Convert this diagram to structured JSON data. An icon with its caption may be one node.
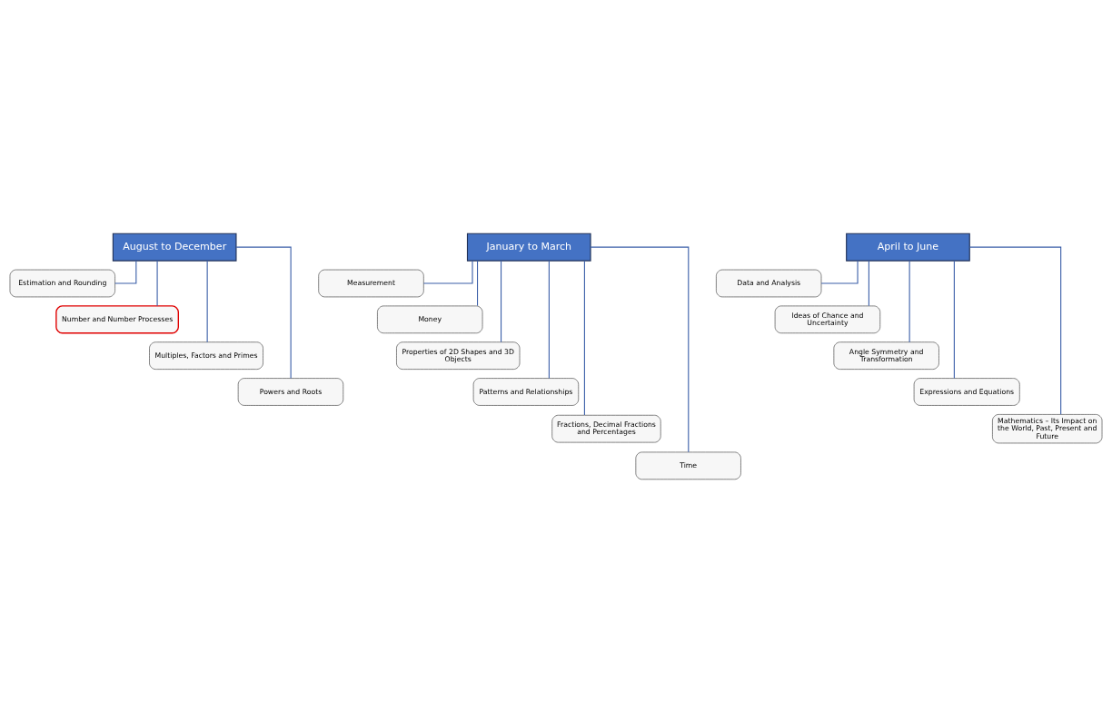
{
  "diagram": {
    "nodes": [
      {
        "text": [
          "August to December"
        ]
      },
      {
        "text": [
          "Estimation and Rounding"
        ]
      },
      {
        "text": [
          "Number and Number Processes"
        ]
      },
      {
        "text": [
          "Multiples, Factors and Primes"
        ]
      },
      {
        "text": [
          "Powers and Roots"
        ]
      },
      {
        "text": [
          "January to March"
        ]
      },
      {
        "text": [
          "Measurement"
        ]
      },
      {
        "text": [
          "Money"
        ]
      },
      {
        "text": [
          "Properties of 2D Shapes and 3D Objects"
        ]
      },
      {
        "text": [
          "Patterns and Relationships"
        ]
      },
      {
        "text": [
          "Fractions, Decimal Fractions and Percentages"
        ]
      },
      {
        "text": [
          "Time"
        ]
      },
      {
        "text": [
          "April to June"
        ]
      },
      {
        "text": [
          "Data and Analysis"
        ]
      },
      {
        "text": [
          "Ideas of Chance and Uncertainty"
        ]
      },
      {
        "text": [
          "Angle Symmetry and Transformation"
        ]
      },
      {
        "text": [
          "Expressions and Equations"
        ]
      },
      {
        "text": [
          "Mathematics – Its Impact on the World, Past, Present and Future"
        ]
      }
    ],
    "edges": [
      {
        "from": 0,
        "to": 1,
        "arrow": "none"
      },
      {
        "from": 0,
        "to": 2,
        "arrow": "none"
      },
      {
        "from": 0,
        "to": 3,
        "arrow": "none"
      },
      {
        "from": 0,
        "to": 4,
        "arrow": "none"
      },
      {
        "from": 5,
        "to": 6,
        "arrow": "none"
      },
      {
        "from": 5,
        "to": 7,
        "arrow": "none"
      },
      {
        "from": 5,
        "to": 8,
        "arrow": "none"
      },
      {
        "from": 5,
        "to": 9,
        "arrow": "none"
      },
      {
        "from": 5,
        "to": 10,
        "arrow": "none"
      },
      {
        "from": 5,
        "to": 11,
        "arrow": "none"
      },
      {
        "from": 12,
        "to": 13,
        "arrow": "none"
      },
      {
        "from": 12,
        "to": 14,
        "arrow": "none"
      },
      {
        "from": 12,
        "to": 15,
        "arrow": "none"
      },
      {
        "from": 12,
        "to": 16,
        "arrow": "none"
      },
      {
        "from": 12,
        "to": 17,
        "arrow": "none"
      }
    ]
  }
}
